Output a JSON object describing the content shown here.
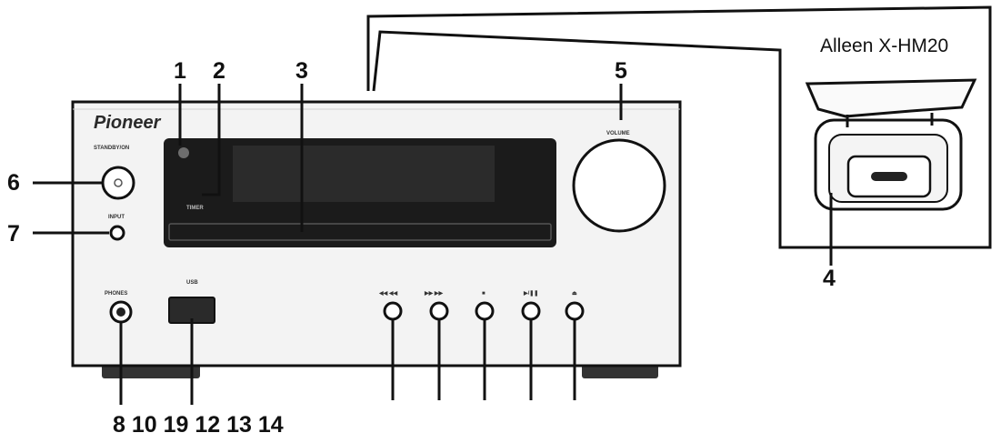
{
  "brand": "Pioneer",
  "inset": {
    "title": "Alleen X-HM20"
  },
  "panel_labels": {
    "standby": "STANDBY/ON",
    "timer": "TIMER",
    "volume": "VOLUME",
    "input": "INPUT",
    "phones": "PHONES",
    "usb": "USB",
    "prev": "◀◀ ◀◀",
    "next": "▶▶ ▶▶",
    "stop": "■",
    "play_pause": "▶/❚❚",
    "eject": "⏏"
  },
  "callouts": {
    "c1": "1",
    "c2": "2",
    "c3": "3",
    "c4": "4",
    "c5": "5",
    "c6": "6",
    "c7": "7",
    "bottom": "8 10 19 12 13 14"
  },
  "colors": {
    "line": "#111111",
    "panel": "#f3f3f3",
    "display": "#1b1b1b",
    "foot": "#333333"
  }
}
